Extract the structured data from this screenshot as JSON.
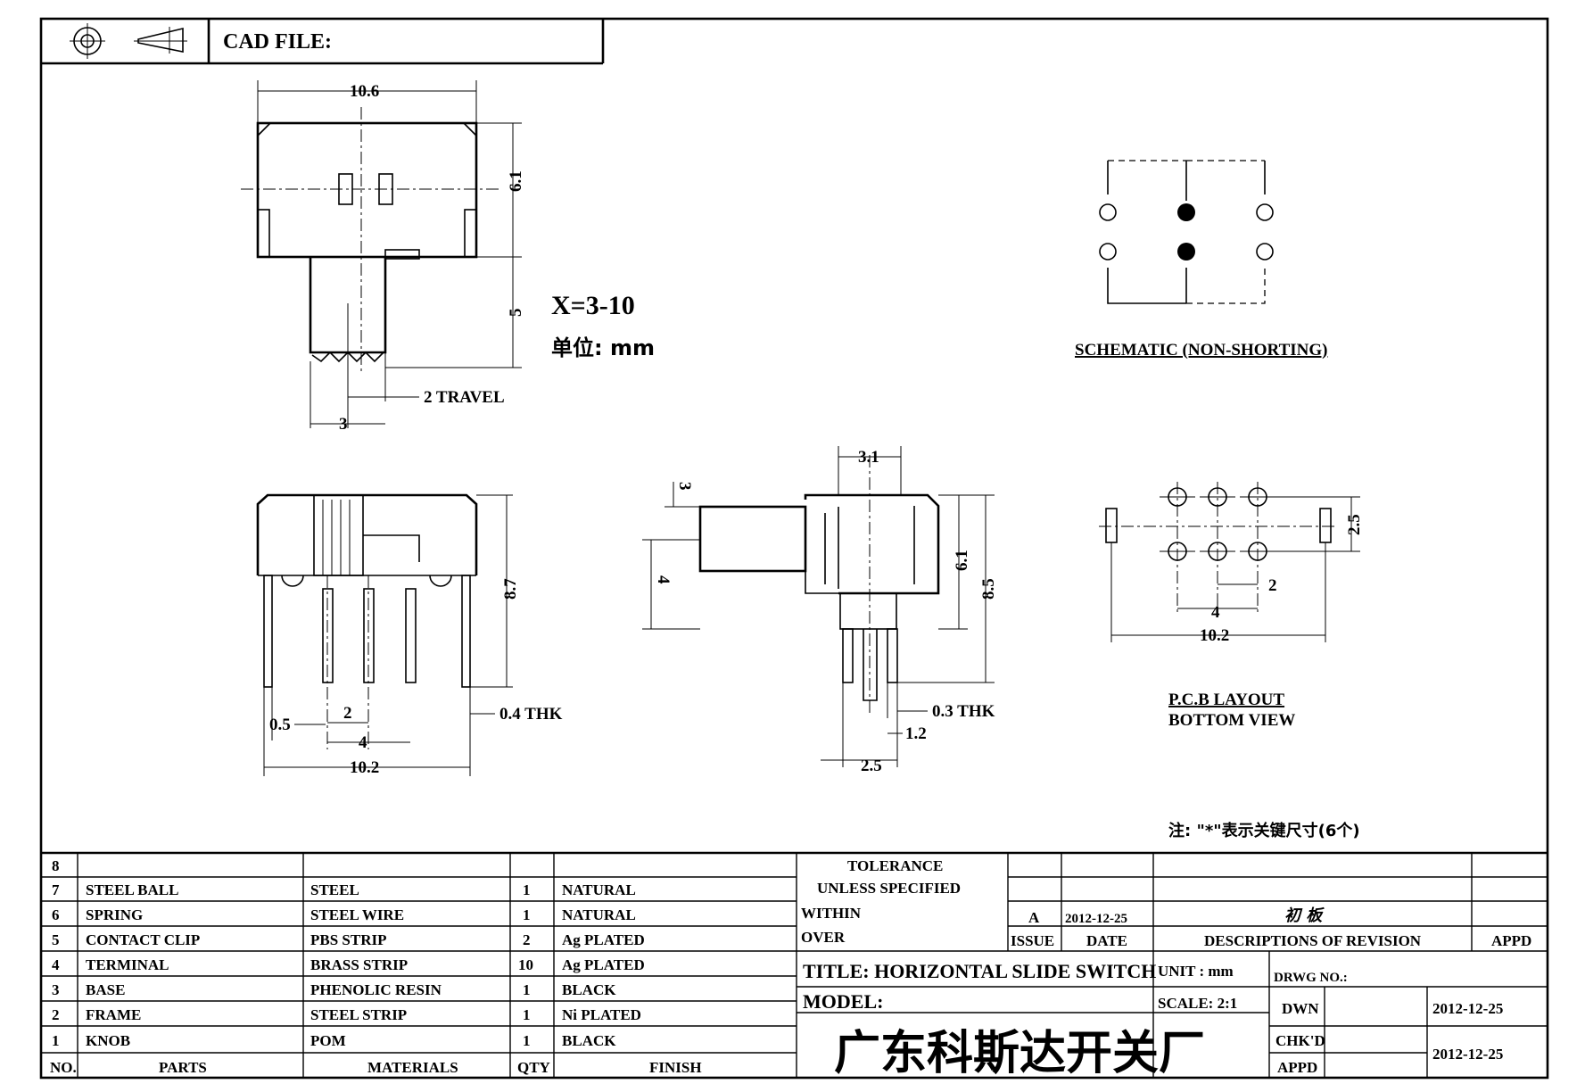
{
  "header": {
    "cad_file_label": "CAD FILE:"
  },
  "units_note": {
    "range": "X=3-10",
    "unit": "单位: mm"
  },
  "dims": {
    "top_width": "10.6",
    "top_height": "6.1",
    "knob_len": "5",
    "travel": "2 TRAVEL",
    "knob_w": "3",
    "front_height": "8.7",
    "pin_w": "0.5",
    "pitch2": "2",
    "pitch4": "4",
    "thk04": "0.4 THK",
    "front_width": "10.2",
    "side_top": "3.1",
    "side_knob": "3",
    "side_knob_h": "4",
    "side_h1": "6.1",
    "side_h2": "8.5",
    "thk03": "0.3 THK",
    "pin12": "1.2",
    "side_w": "2.5",
    "pcb_row": "2.5",
    "pcb_2": "2",
    "pcb_4": "4",
    "pcb_w": "10.2"
  },
  "schematic_title": "SCHEMATIC (NON-SHORTING)",
  "pcb_title_1": "P.C.B LAYOUT",
  "pcb_title_2": "BOTTOM VIEW",
  "note": "注: \"*\"表示关键尺寸(6个)",
  "bom": {
    "rows": [
      {
        "no": "8",
        "part": "",
        "material": "",
        "qty": "",
        "finish": ""
      },
      {
        "no": "7",
        "part": "STEEL BALL",
        "material": "STEEL",
        "qty": "1",
        "finish": "NATURAL"
      },
      {
        "no": "6",
        "part": "SPRING",
        "material": "STEEL WIRE",
        "qty": "1",
        "finish": "NATURAL"
      },
      {
        "no": "5",
        "part": "CONTACT CLIP",
        "material": "PBS STRIP",
        "qty": "2",
        "finish": "Ag PLATED"
      },
      {
        "no": "4",
        "part": "TERMINAL",
        "material": "BRASS STRIP",
        "qty": "10",
        "finish": "Ag PLATED"
      },
      {
        "no": "3",
        "part": "BASE",
        "material": "PHENOLIC RESIN",
        "qty": "1",
        "finish": "BLACK"
      },
      {
        "no": "2",
        "part": "FRAME",
        "material": "STEEL STRIP",
        "qty": "1",
        "finish": "Ni PLATED"
      },
      {
        "no": "1",
        "part": "KNOB",
        "material": "POM",
        "qty": "1",
        "finish": "BLACK"
      }
    ],
    "headers": {
      "no": "NO.",
      "part": "PARTS",
      "material": "MATERIALS",
      "qty": "QTY",
      "finish": "FINISH"
    }
  },
  "title_block": {
    "tol1": "TOLERANCE",
    "tol2": "UNLESS   SPECIFIED",
    "within": "WITHIN",
    "over": "OVER",
    "rev_letter": "A",
    "rev_date": "2012-12-25",
    "rev_desc": "初 板",
    "issue": "ISSUE",
    "date": "DATE",
    "desc_hdr": "DESCRIPTIONS OF REVISION",
    "appd_hdr": "APPD",
    "title": "TITLE: HORIZONTAL SLIDE SWITCH",
    "unit": "UNIT : mm",
    "drwg": "DRWG NO.:",
    "model": "MODEL:",
    "scale": "SCALE: 2:1",
    "company": "广东科斯达开关厂",
    "dwn": "DWN",
    "dwn_date": "2012-12-25",
    "chkd": "CHK'D",
    "appd": "APPD",
    "chk_date": "2012-12-25"
  }
}
